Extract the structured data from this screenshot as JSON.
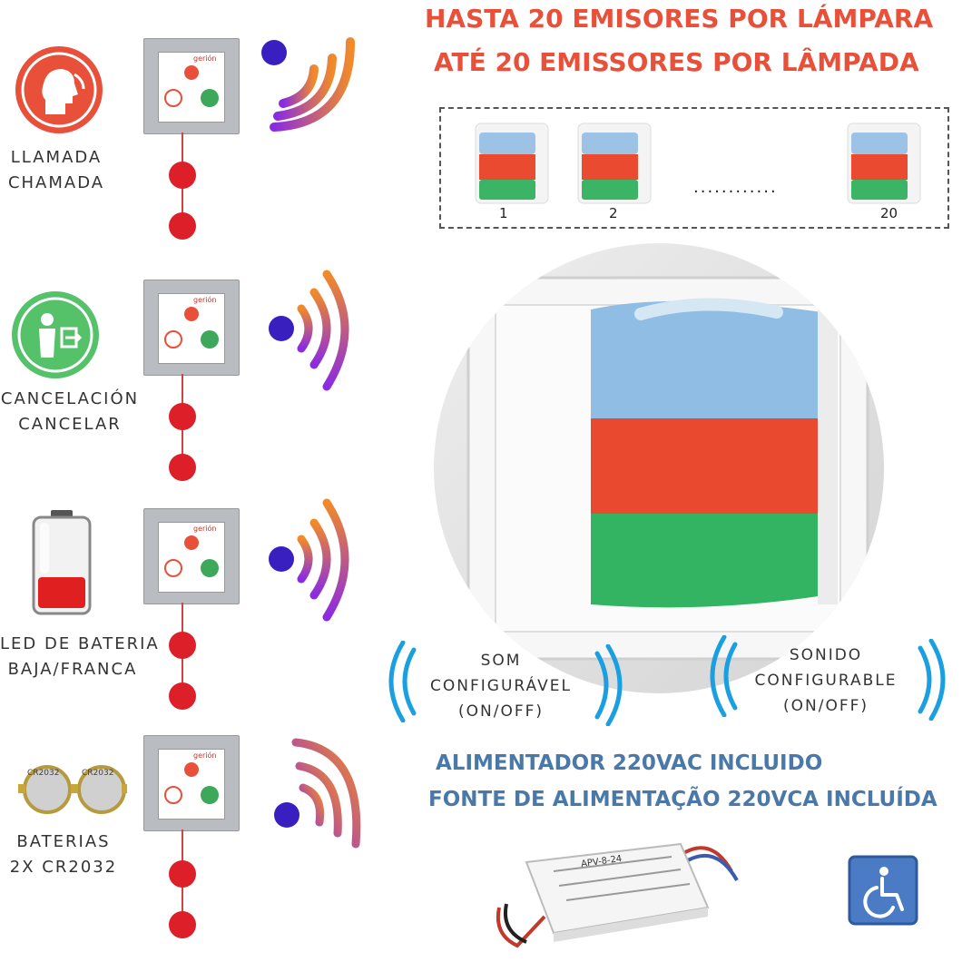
{
  "headline": {
    "es": "HASTA 20 EMISORES POR LÁMPARA",
    "pt": "ATÉ 20 EMISSORES POR LÂMPADA"
  },
  "lamp_strip": {
    "numbers": [
      "1",
      "2",
      "20"
    ],
    "ellipsis": "............"
  },
  "features": [
    {
      "line1": "LLAMADA",
      "line2": "CHAMADA",
      "icon": "call-person-icon"
    },
    {
      "line1": "CANCELACIÓN",
      "line2": "CANCELAR",
      "icon": "cancel-exit-icon"
    },
    {
      "line1": "LED DE BATERIA",
      "line2": "BAJA/FRANCA",
      "icon": "low-battery-icon"
    },
    {
      "line1": "BATERIAS",
      "line2": "2X CR2032",
      "icon": "coin-battery-icon"
    }
  ],
  "device": {
    "brand": "gerión"
  },
  "coin_battery": {
    "text": "CR2032"
  },
  "sound": {
    "pt": {
      "line1": "SOM",
      "line2": "CONFIGURÁVEL",
      "line3": "(ON/OFF)"
    },
    "es": {
      "line1": "SONIDO",
      "line2": "CONFIGURABLE",
      "line3": "(ON/OFF)"
    }
  },
  "power": {
    "es": "ALIMENTADOR 220VAC INCLUIDO",
    "pt": "FONTE DE ALIMENTAÇÃO 220VCA INCLUÍDA"
  },
  "psu": {
    "model": "APV-8-24"
  },
  "colors": {
    "red": "#e8503a",
    "green": "#3ea85a",
    "blue_lamp": "#8ab8df",
    "lamp_red": "#e9492f",
    "lamp_green": "#33b463",
    "wave_blue": "#1aa0e0",
    "headline_blue": "#4a78a8"
  }
}
